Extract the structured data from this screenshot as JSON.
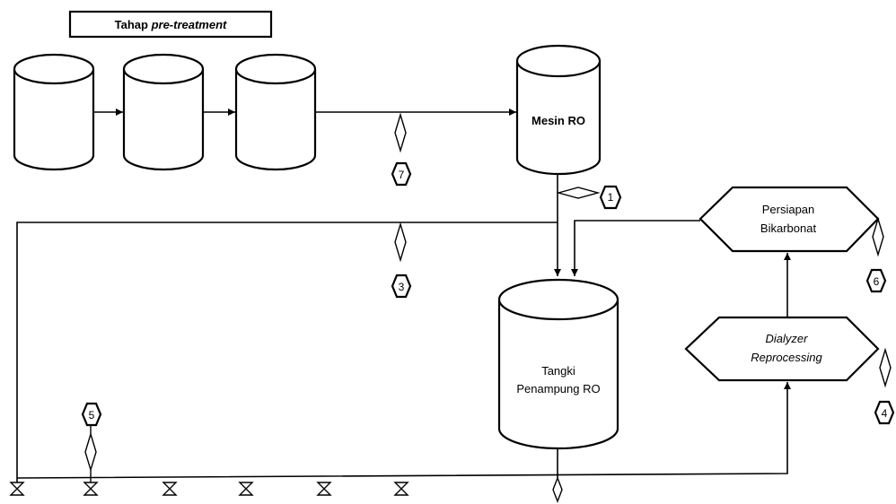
{
  "title_box": {
    "prefix": "Tahap ",
    "italic": "pre-treatment"
  },
  "ro_machine": {
    "label": "Mesin RO"
  },
  "ro_tank": {
    "line1": "Tangki",
    "line2": "Penampung RO"
  },
  "bicarbonate": {
    "line1": "Persiapan",
    "line2": "Bikarbonat"
  },
  "dialyzer": {
    "line1": "Dialyzer",
    "line2": "Reprocessing"
  },
  "sampling_points": [
    "1",
    "3",
    "4",
    "5",
    "6",
    "7"
  ]
}
